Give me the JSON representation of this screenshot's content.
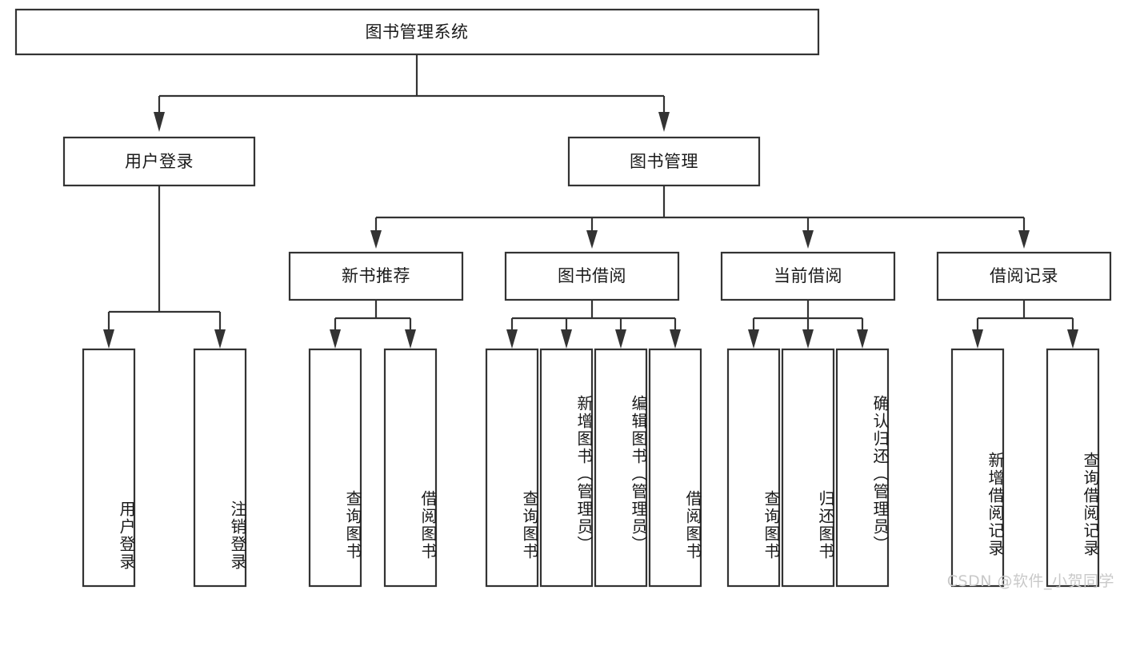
{
  "diagram": {
    "title_node": {
      "label": "图书管理系统"
    },
    "level2": [
      {
        "id": "user-login",
        "label": "用户登录"
      },
      {
        "id": "book-management",
        "label": "图书管理"
      }
    ],
    "level3": [
      {
        "id": "new-book-recommend",
        "label": "新书推荐"
      },
      {
        "id": "book-borrow",
        "label": "图书借阅"
      },
      {
        "id": "current-borrow",
        "label": "当前借阅"
      },
      {
        "id": "borrow-record",
        "label": "借阅记录"
      }
    ],
    "leaves": [
      {
        "id": "leaf-user-login",
        "label": "用户登录"
      },
      {
        "id": "leaf-logout-login",
        "label": "注销登录"
      },
      {
        "id": "leaf-query-book-1",
        "label": "查询图书"
      },
      {
        "id": "leaf-borrow-book-1",
        "label": "借阅图书"
      },
      {
        "id": "leaf-query-book-2",
        "label": "查询图书"
      },
      {
        "id": "leaf-add-book",
        "label": "新增图书（管理员）"
      },
      {
        "id": "leaf-edit-book",
        "label": "编辑图书（管理员）"
      },
      {
        "id": "leaf-borrow-book-2",
        "label": "借阅图书"
      },
      {
        "id": "leaf-query-book-3",
        "label": "查询图书"
      },
      {
        "id": "leaf-return-book",
        "label": "归还图书"
      },
      {
        "id": "leaf-confirm-return",
        "label": "确认归还（管理员）"
      },
      {
        "id": "leaf-add-borrow-record",
        "label": "新增借阅记录"
      },
      {
        "id": "leaf-query-borrow-record",
        "label": "查询借阅记录"
      }
    ],
    "watermark": "CSDN @软件_小贺同学",
    "colors": {
      "stroke": "#333333",
      "box_fill": "#ffffff",
      "text": "#1a1a1a",
      "background": "#ffffff",
      "watermark": "#c9c9c9"
    }
  }
}
